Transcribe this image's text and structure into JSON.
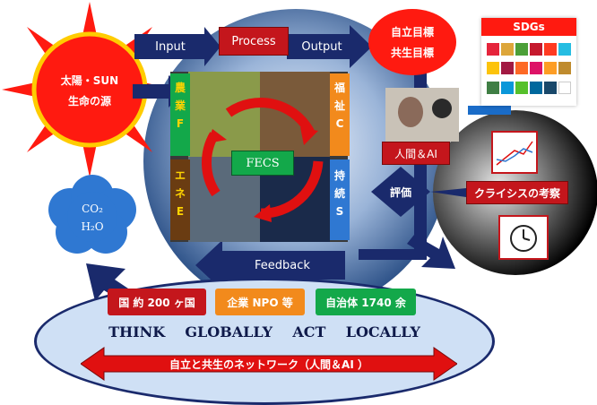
{
  "sun": {
    "line1": "太陽・SUN",
    "line2": "生命の源"
  },
  "cloud": {
    "line1": "CO₂",
    "line2": "H₂O"
  },
  "flow": {
    "input": "Input",
    "process": "Process",
    "output": "Output",
    "feedback": "Feedback"
  },
  "goals": {
    "line1": "自立目標",
    "line2": "共生目標"
  },
  "sdgs": {
    "label": "SDGs"
  },
  "sectors": {
    "agri": {
      "chars": [
        "農",
        "業",
        "F"
      ]
    },
    "energy": {
      "chars": [
        "エ",
        "ネ",
        "E"
      ]
    },
    "welfare": {
      "chars": [
        "福",
        "祉",
        "C"
      ]
    },
    "sustain": {
      "chars": [
        "持",
        "続",
        "S"
      ]
    },
    "center": "FECS"
  },
  "human_ai": {
    "label": "人間＆AI"
  },
  "evaluation": {
    "label": "評価"
  },
  "crisis": {
    "label": "クライシスの考察"
  },
  "actors": {
    "countries": "国 約 200 ヶ国",
    "companies": "企業 NPO 等",
    "municipalities": "自治体 1740 余"
  },
  "slogan": "THINK    GLOBALLY    ACT    LOCALLY",
  "network": "自立と共生のネットワーク（人間＆AI ）",
  "colors": {
    "red": "#e01010",
    "navy": "#1a2a6c",
    "green": "#13a84a",
    "orange": "#f28a1c",
    "yellow": "#ffd400",
    "brown": "#6a3c12"
  }
}
